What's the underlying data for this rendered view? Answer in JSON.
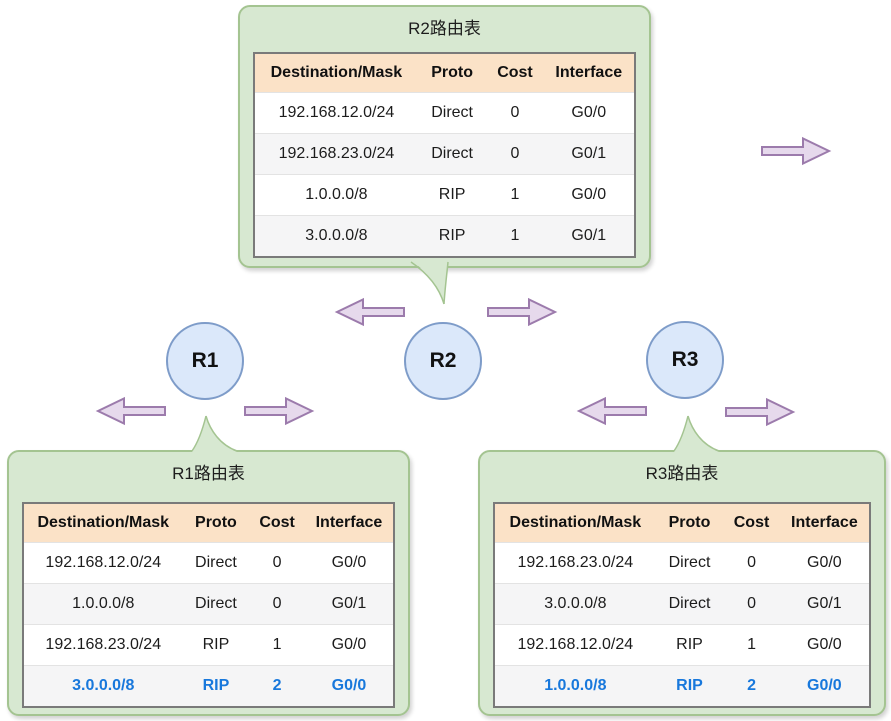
{
  "diagram": {
    "title": "RIP routing tables diagram",
    "colors": {
      "panel_fill": "#d7e8d1",
      "panel_border": "#a4c491",
      "header_bg": "#fbe2c7",
      "alt_row_bg": "#f5f5f6",
      "table_border": "#7a7a7a",
      "highlight_text": "#1878dc",
      "router_fill": "#dbe8fa",
      "router_border": "#7e9cc9",
      "arrow_fill": "#e6d9ec",
      "arrow_border": "#9c7bac"
    }
  },
  "routers": [
    {
      "label": "R1"
    },
    {
      "label": "R2"
    },
    {
      "label": "R3"
    }
  ],
  "arrows": [
    {
      "id": "arrow-r2-left",
      "direction": "left"
    },
    {
      "id": "arrow-r2-right",
      "direction": "right"
    },
    {
      "id": "arrow-r1-left",
      "direction": "left"
    },
    {
      "id": "arrow-r1-right",
      "direction": "right"
    },
    {
      "id": "arrow-r3-left",
      "direction": "left"
    },
    {
      "id": "arrow-r3-right",
      "direction": "right"
    },
    {
      "id": "arrow-top-right",
      "direction": "right"
    }
  ],
  "tables": [
    {
      "id": "r2",
      "title": "R2路由表",
      "headers": [
        "Destination/Mask",
        "Proto",
        "Cost",
        "Interface"
      ],
      "rows": [
        {
          "cells": [
            "192.168.12.0/24",
            "Direct",
            "0",
            "G0/0"
          ],
          "highlight": false
        },
        {
          "cells": [
            "192.168.23.0/24",
            "Direct",
            "0",
            "G0/1"
          ],
          "highlight": false
        },
        {
          "cells": [
            "1.0.0.0/8",
            "RIP",
            "1",
            "G0/0"
          ],
          "highlight": false
        },
        {
          "cells": [
            "3.0.0.0/8",
            "RIP",
            "1",
            "G0/1"
          ],
          "highlight": false
        }
      ]
    },
    {
      "id": "r1",
      "title": "R1路由表",
      "headers": [
        "Destination/Mask",
        "Proto",
        "Cost",
        "Interface"
      ],
      "rows": [
        {
          "cells": [
            "192.168.12.0/24",
            "Direct",
            "0",
            "G0/0"
          ],
          "highlight": false
        },
        {
          "cells": [
            "1.0.0.0/8",
            "Direct",
            "0",
            "G0/1"
          ],
          "highlight": false
        },
        {
          "cells": [
            "192.168.23.0/24",
            "RIP",
            "1",
            "G0/0"
          ],
          "highlight": false
        },
        {
          "cells": [
            "3.0.0.0/8",
            "RIP",
            "2",
            "G0/0"
          ],
          "highlight": true
        }
      ]
    },
    {
      "id": "r3",
      "title": "R3路由表",
      "headers": [
        "Destination/Mask",
        "Proto",
        "Cost",
        "Interface"
      ],
      "rows": [
        {
          "cells": [
            "192.168.23.0/24",
            "Direct",
            "0",
            "G0/0"
          ],
          "highlight": false
        },
        {
          "cells": [
            "3.0.0.0/8",
            "Direct",
            "0",
            "G0/1"
          ],
          "highlight": false
        },
        {
          "cells": [
            "192.168.12.0/24",
            "RIP",
            "1",
            "G0/0"
          ],
          "highlight": false
        },
        {
          "cells": [
            "1.0.0.0/8",
            "RIP",
            "2",
            "G0/0"
          ],
          "highlight": true
        }
      ]
    }
  ]
}
